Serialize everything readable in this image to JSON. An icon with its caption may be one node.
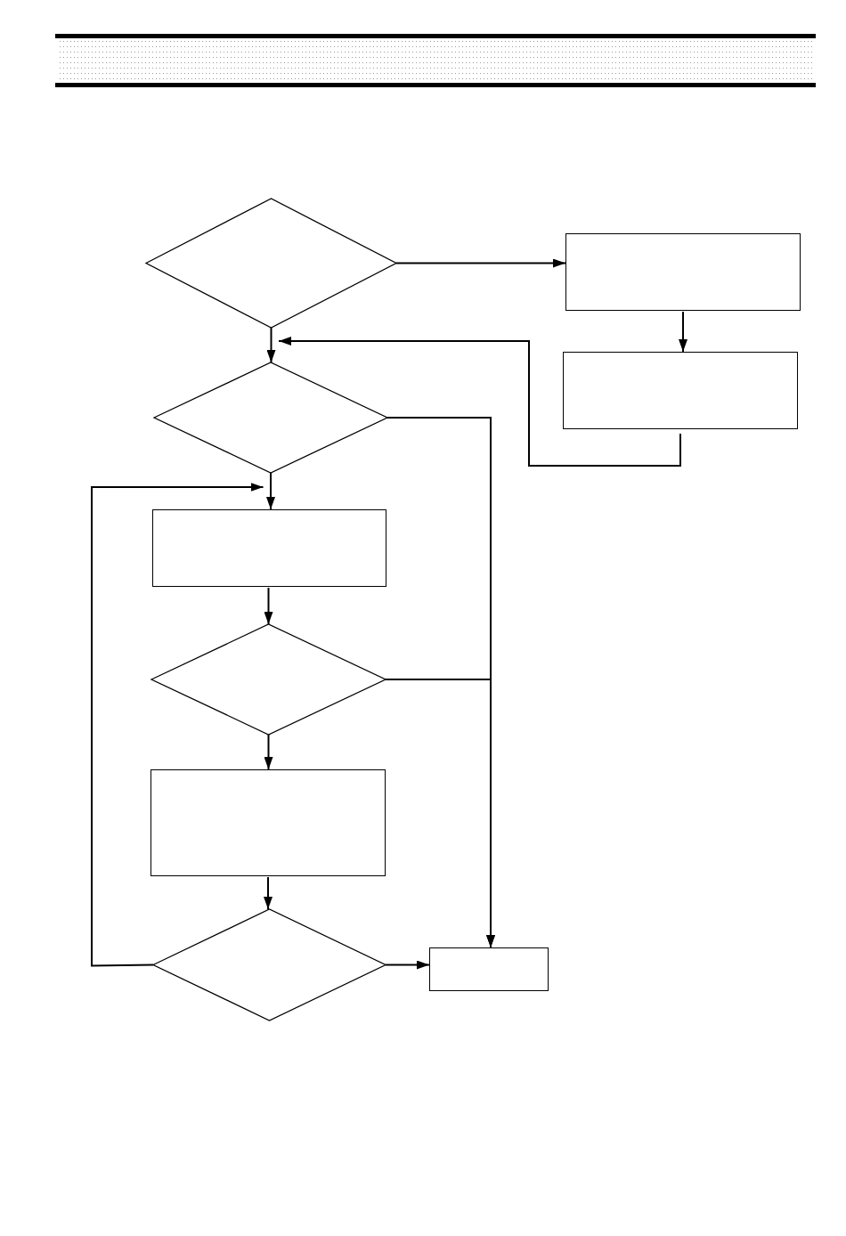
{
  "diagram": {
    "nodes": [
      {
        "text": [],
        "shape": "diamond"
      },
      {
        "text": [],
        "shape": "box"
      },
      {
        "text": [],
        "shape": "box"
      },
      {
        "text": [],
        "shape": "diamond"
      },
      {
        "text": [],
        "shape": "box"
      },
      {
        "text": [],
        "shape": "diamond"
      },
      {
        "text": [],
        "shape": "box"
      },
      {
        "text": [],
        "shape": "diamond"
      },
      {
        "text": [],
        "shape": "box"
      }
    ],
    "edges": [
      {
        "from": 0,
        "to": 1,
        "arrow": "to"
      },
      {
        "from": 0,
        "to": 3,
        "arrow": "to"
      },
      {
        "from": 1,
        "to": 2,
        "arrow": "to"
      },
      {
        "from": 2,
        "to": 3,
        "arrow": "to"
      },
      {
        "from": 3,
        "to": 4,
        "arrow": "to"
      },
      {
        "from": 3,
        "to": 8,
        "arrow": "to"
      },
      {
        "from": 7,
        "to": 4,
        "arrow": "to"
      },
      {
        "from": 4,
        "to": 5,
        "arrow": "to"
      },
      {
        "from": 5,
        "to": 8,
        "arrow": "to"
      },
      {
        "from": 5,
        "to": 6,
        "arrow": "to"
      },
      {
        "from": 6,
        "to": 7,
        "arrow": "to"
      },
      {
        "from": 7,
        "to": 8,
        "arrow": "to"
      }
    ]
  }
}
